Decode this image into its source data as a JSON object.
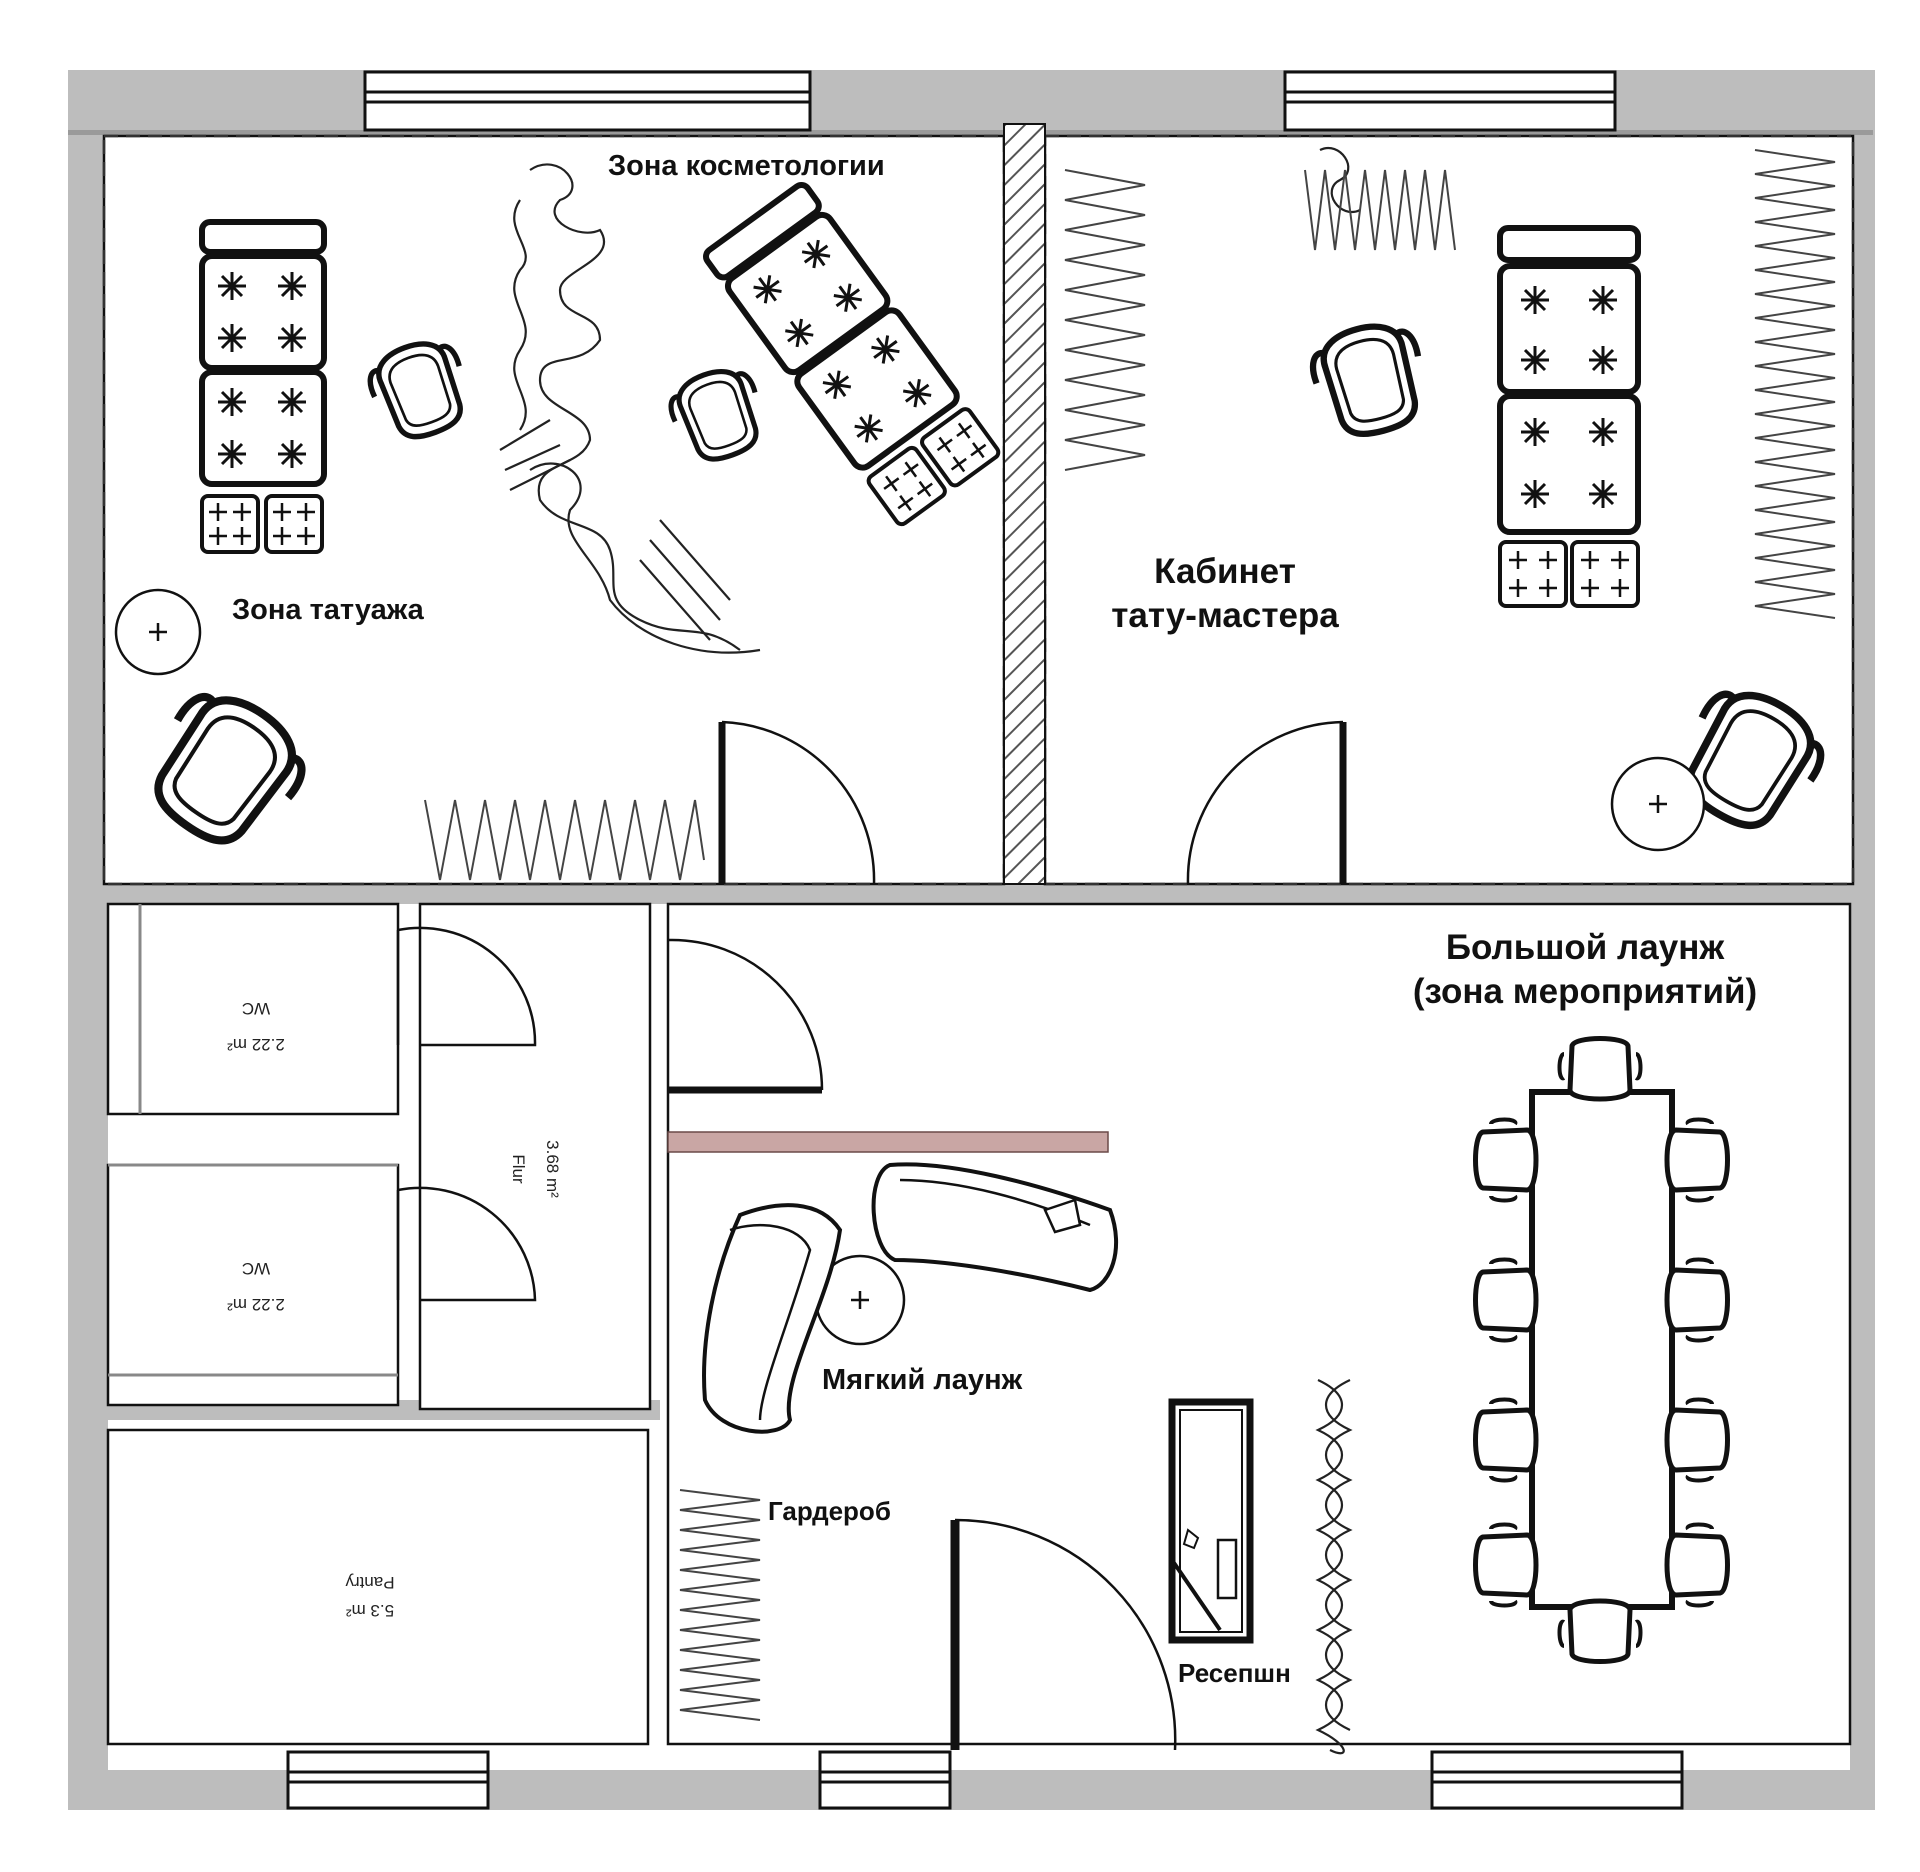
{
  "rooms": {
    "cosmetology": "Зона косметологии",
    "tattoo_makeup": "Зона татуажа",
    "tattoo_master_line1": "Кабинет",
    "tattoo_master_line2": "тату-мастера",
    "big_lounge_line1": "Большой лаунж",
    "big_lounge_line2": "(зона мероприятий)",
    "soft_lounge": "Мягкий лаунж",
    "wardrobe": "Гардероб",
    "reception": "Ресепшн"
  },
  "small_rooms": {
    "wc1_name": "WC",
    "wc1_area": "2.22 m²",
    "wc2_name": "WC",
    "wc2_area": "2.22 m²",
    "hall_name": "Flur",
    "hall_area": "3.68 m²",
    "pantry_name": "Pantry",
    "pantry_area": "5.3 m²"
  },
  "colors": {
    "wall": "#bdbdbd",
    "partition": "#c9a6a4",
    "line": "#111111"
  }
}
